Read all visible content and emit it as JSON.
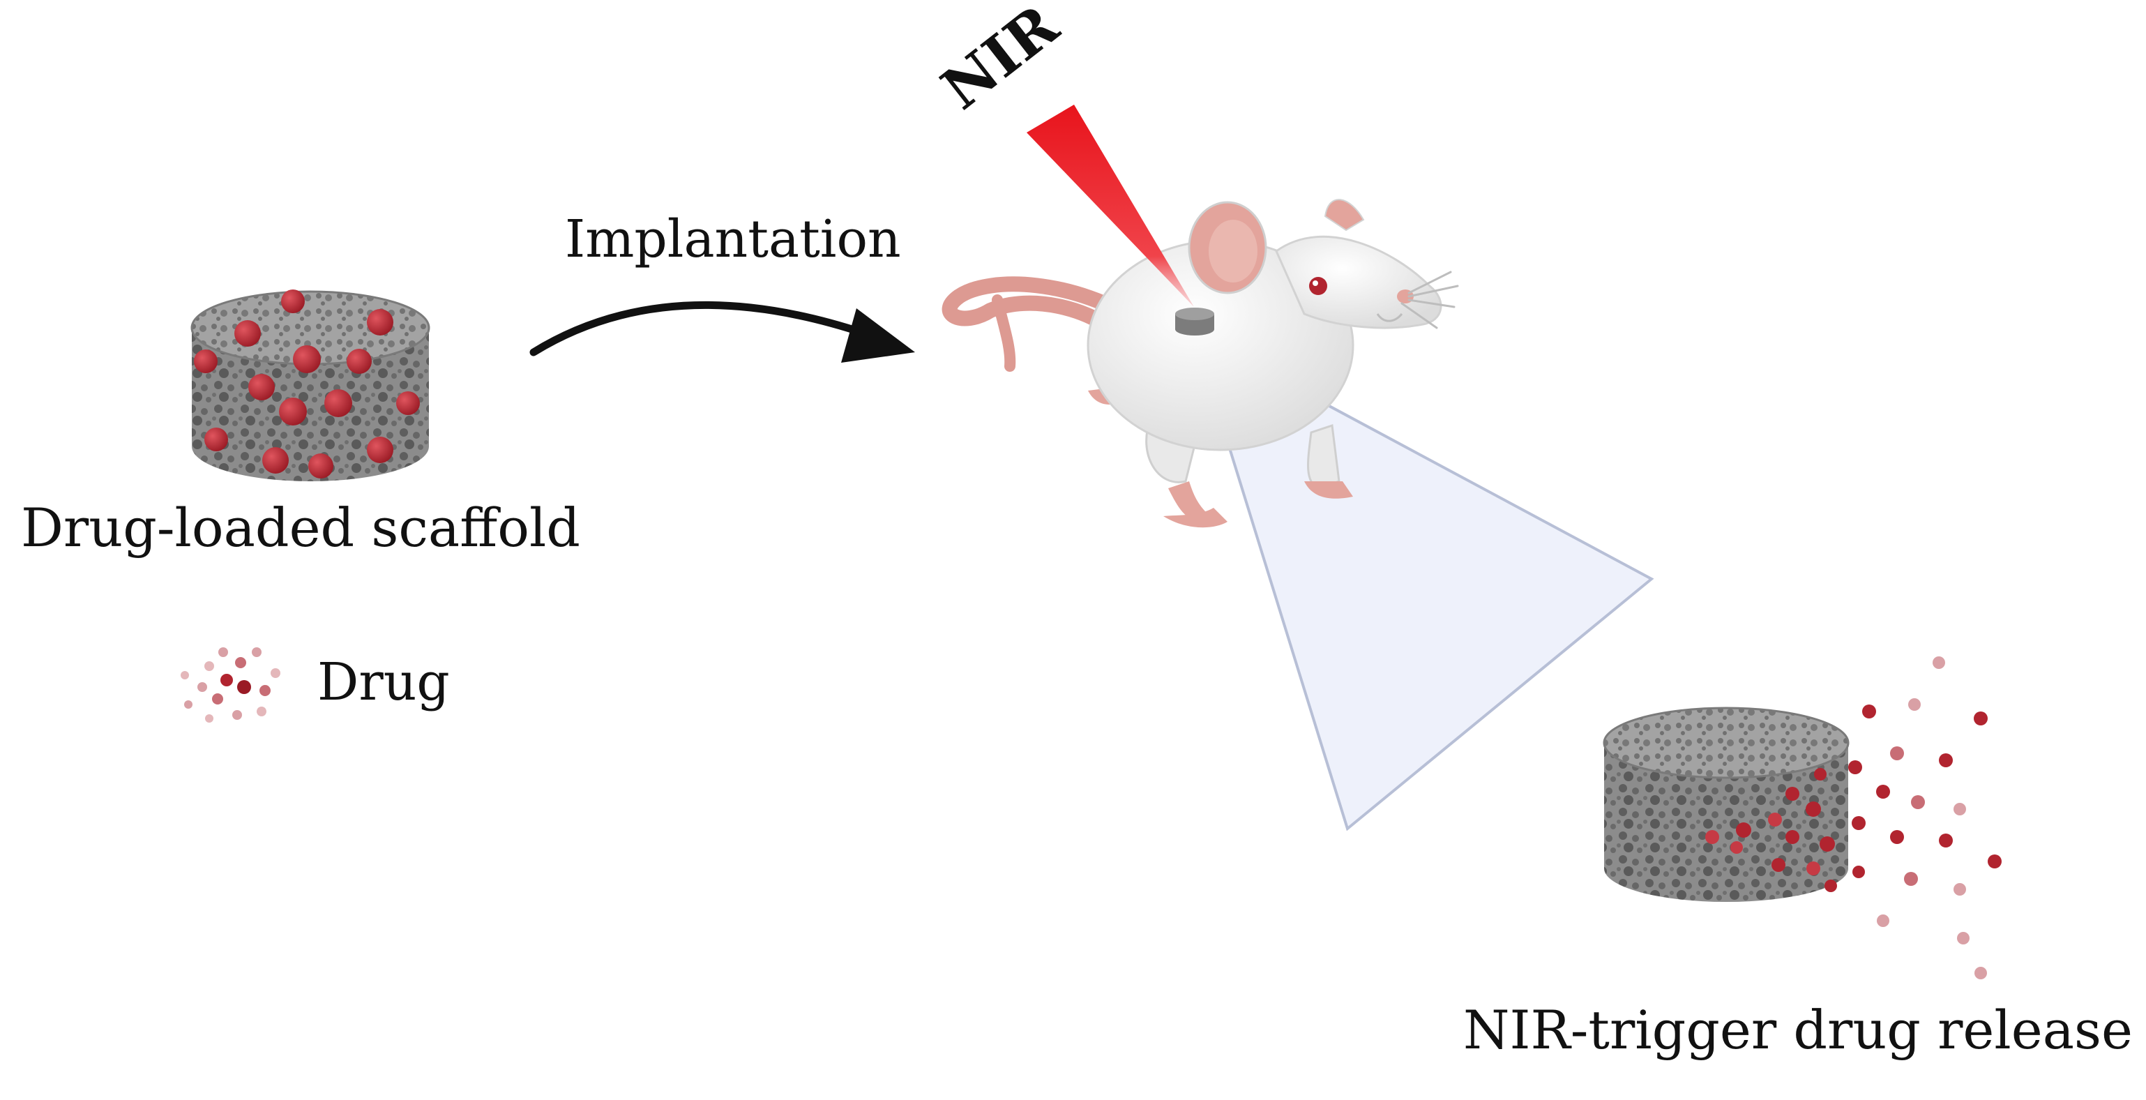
{
  "labels": {
    "nir": "NIR",
    "implantation": "Implantation",
    "scaffold": "Drug-loaded scaffold",
    "drug": "Drug",
    "release": "NIR-trigger drug release"
  },
  "colors": {
    "scaffold_gray": "#8c8c8c",
    "pore_gray": "#5e5e5e",
    "drug_red": "#b1242f",
    "drug_light": "#d9a0a5",
    "laser_red": "#e8141c",
    "mouse_body": "#f3f3f3",
    "mouse_pink": "#e3a49c",
    "cone_fill": "#eef1fb",
    "cone_stroke": "#b7bfd6",
    "arrow": "#111111"
  },
  "icons": [
    "scaffold-icon",
    "mouse-icon",
    "laser-beam-icon",
    "drug-particles-icon",
    "implant-icon"
  ]
}
